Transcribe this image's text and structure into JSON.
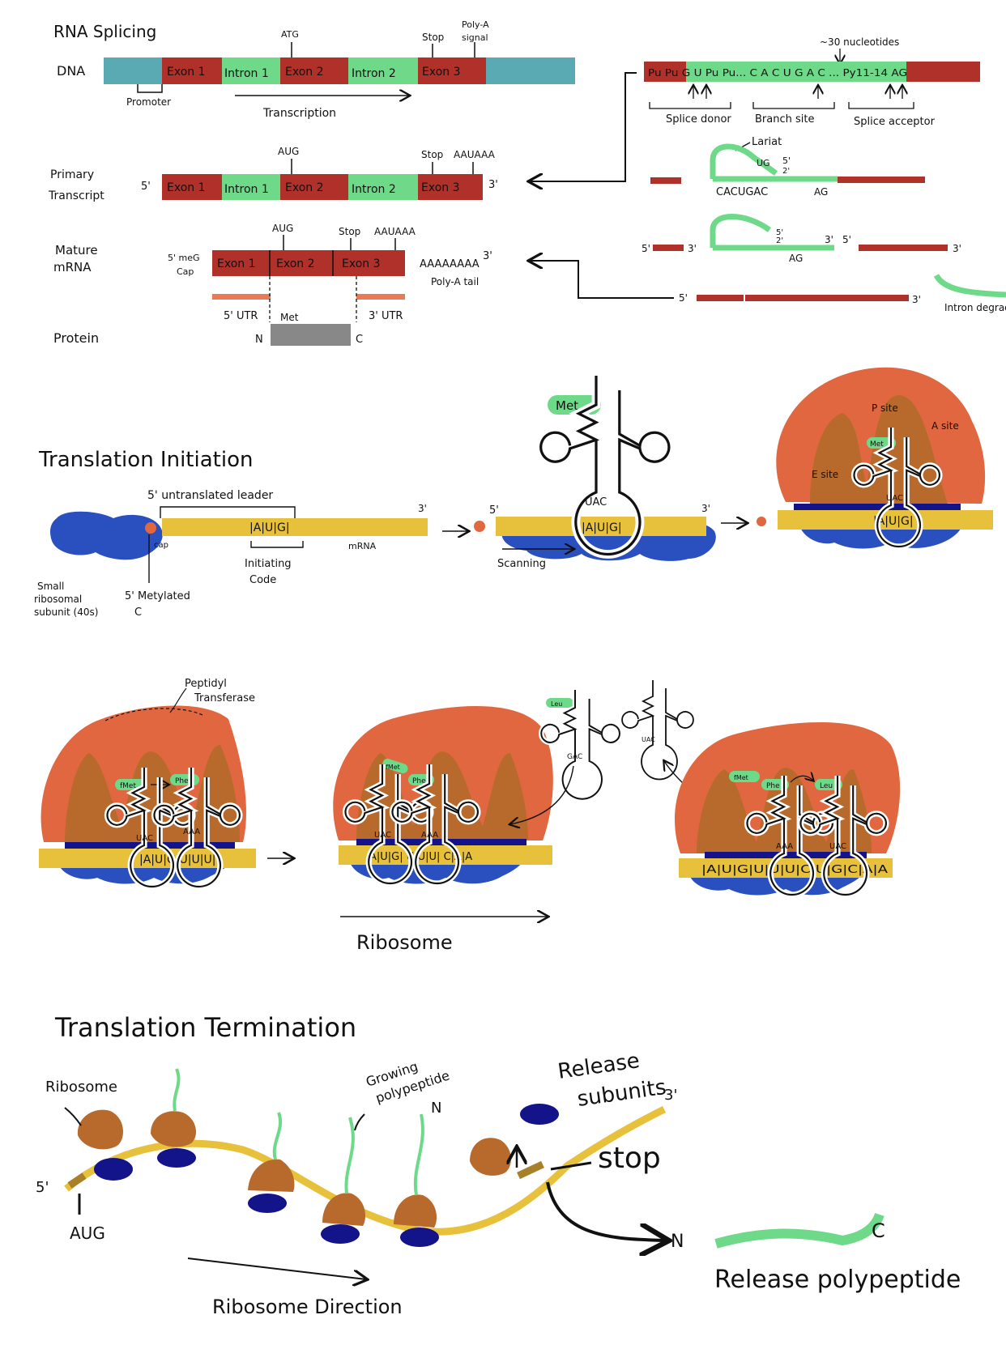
{
  "colors": {
    "teal": "#5aaab3",
    "exon": "#b0302a",
    "intron": "#6fd98a",
    "gray": "#888888",
    "orange": "#e0673f",
    "brown": "#b86a2d",
    "blue": "#2a4fbf",
    "navy": "#14148a",
    "yellow": "#e8c13c",
    "utr": "#ea7a55"
  },
  "splicing": {
    "title": "RNA Splicing",
    "dna_label": "DNA",
    "atg": "ATG",
    "stop": "Stop",
    "polya_signal_1": "Poly-A",
    "polya_signal_2": "signal",
    "exon1": "Exon 1",
    "intron1": "Intron 1",
    "exon2": "Exon 2",
    "intron2": "Intron 2",
    "exon3": "Exon 3",
    "promoter": "Promoter",
    "transcription": "Transcription",
    "primary_1": "Primary",
    "primary_2": "Transcript",
    "five": "5'",
    "three": "3'",
    "aug": "AUG",
    "aauaaa": "AAUAAA",
    "mature_1": "Mature",
    "mature_2": "mRNA",
    "cap_1": "5' meG",
    "cap_2": "Cap",
    "aauaaa2": "AAUAAA",
    "polya_tail_seq": "AAAAAAAA",
    "polya_tail": "Poly-A tail",
    "utr5": "5' UTR",
    "met": "Met",
    "utr3": "3' UTR",
    "protein": "Protein",
    "n": "N",
    "c": "C"
  },
  "splice_site": {
    "nucleotides": "~30 nucleotides",
    "sequence": "Pu Pu  G U Pu Pu... C A C U G A C ... Py11-14 AG",
    "splice_donor": "Splice donor",
    "branch_site": "Branch site",
    "splice_acceptor": "Splice acceptor",
    "lariat": "Lariat",
    "ug": "UG",
    "five_two": "5'",
    "two": "2'",
    "cacugac": "CACUGAC",
    "ag": "AG",
    "five": "5'",
    "three": "3'",
    "intron_degraded": "Intron degraded"
  },
  "initiation": {
    "title": "Translation Initiation",
    "leader": "5' untranslated leader",
    "three": "3'",
    "five": "5'",
    "aug_codon": "|A|U|G|",
    "mrna": "mRNA",
    "cap": "cap",
    "initiating_1": "Initiating",
    "initiating_2": "Code",
    "small_subunit_1": "Small",
    "small_subunit_2": "ribosomal",
    "small_subunit_3": "subunit (40s)",
    "methylated_1": "5' Metylated",
    "methylated_2": "C",
    "scanning": "Scanning",
    "met": "Met",
    "uac": "UAC",
    "p_site": "P site",
    "a_site": "A site",
    "e_site": "E site"
  },
  "elongation": {
    "peptidyl_1": "Peptidyl",
    "peptidyl_2": "Transferase",
    "fmet": "fMet",
    "phe": "Phe",
    "leu": "Leu",
    "uac": "UAC",
    "aaa": "AAA",
    "gac": "GAC",
    "codons_1": "|A|U|G|U|U|U|",
    "codons_2": "A|U|G| U|U|U| C|A|A",
    "codons_3": "|A|U|G|U|U|U|C|U|G|C|A|A",
    "ribosome": "Ribosome"
  },
  "termination": {
    "title": "Translation Termination",
    "ribosome": "Ribosome",
    "five": "5'",
    "three": "3'",
    "aug": "AUG",
    "growing_1": "Growing",
    "growing_2": "polypeptide",
    "n": "N",
    "release_subunits_1": "Release",
    "release_subunits_2": "subunits",
    "stop": "stop",
    "release_polypeptide": "Release polypeptide",
    "c": "C",
    "direction": "Ribosome Direction"
  }
}
